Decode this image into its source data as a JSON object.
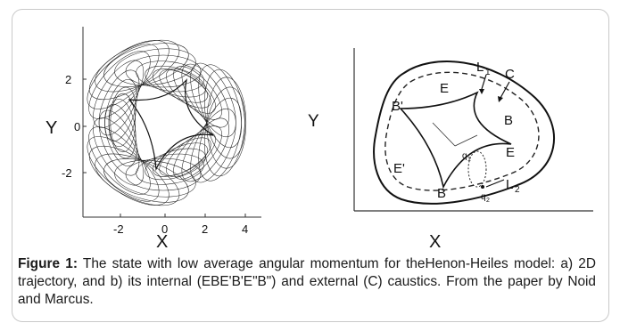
{
  "figure": {
    "panel_a": {
      "y_axis_label": "Y",
      "x_axis_label": "X",
      "y_ticks": [
        "2",
        "0",
        "-2"
      ],
      "x_ticks": [
        "-2",
        "0",
        "2",
        "4"
      ]
    },
    "panel_b": {
      "y_axis_label": "Y",
      "x_axis_label": "X",
      "labels": {
        "E_top": "E",
        "L1": "L",
        "L1_sub": "1",
        "C": "C",
        "B_prime": "B'",
        "B_right": "B",
        "E_prime": "E'",
        "E_right": "E",
        "q1": "q",
        "q1_sub": "1",
        "B_bottom": "B",
        "L2": "L",
        "L2_sub": "2",
        "q2": "q",
        "q2_sub": "2"
      }
    }
  },
  "caption": {
    "label": "Figure 1:",
    "text": " The state with low average angular momentum for theHenon-Heiles model: a) 2D trajectory, and b) its internal (EBE'B'E\"B\") and external (C) caustics. From the paper by Noid and Marcus."
  },
  "colors": {
    "border": "#c9c9c9",
    "ink": "#1a1a1a"
  }
}
